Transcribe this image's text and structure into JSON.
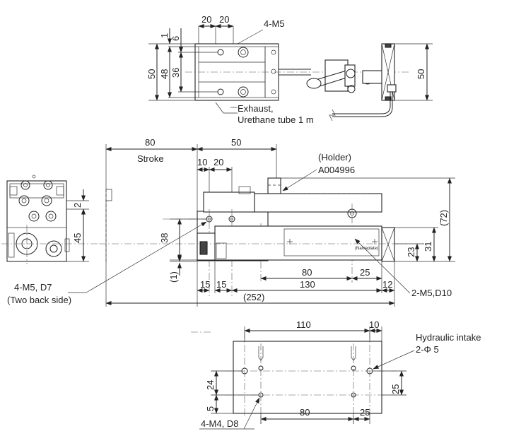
{
  "top_view": {
    "dims": {
      "pitch_a": "20",
      "pitch_b": "20",
      "offset_1": "1",
      "offset_6": "6",
      "height_50": "50",
      "height_48": "48",
      "height_36": "36",
      "height_50_right": "50"
    },
    "callout_threads": "4-M5",
    "exhaust_note": "Exhaust,",
    "tube_note": "Urethane tube 1 m"
  },
  "front_view": {
    "dims": {
      "stroke_80": "80",
      "stroke_label": "Stroke",
      "width_50": "50",
      "pitch_10": "10",
      "pitch_20": "20",
      "height_72": "(72)",
      "height_38": "38",
      "height_1": "(1)",
      "height_23": "23",
      "height_31": "31",
      "base_15a": "15",
      "base_15b": "15",
      "len_80": "80",
      "len_25": "25",
      "len_130": "130",
      "len_12": "12",
      "total_252": "(252)"
    },
    "holder_label": "(Holder)",
    "holder_part": "A004996",
    "nameplate": "(Nameplate)",
    "callout_back": "4-M5, D7",
    "callout_back_note": "(Two back side)",
    "callout_m5": "2-M5,D10"
  },
  "side_view": {
    "dims": {
      "height_2": "2",
      "height_45": "45"
    }
  },
  "bottom_view": {
    "dims": {
      "len_110": "110",
      "len_10": "10",
      "height_24": "24",
      "height_5": "5",
      "len_80": "80",
      "len_25": "25",
      "height_25": "25"
    },
    "hydraulic_label": "Hydraulic intake",
    "hydraulic_holes": "2-Φ 5",
    "callout_m4": "4-M4, D8"
  }
}
